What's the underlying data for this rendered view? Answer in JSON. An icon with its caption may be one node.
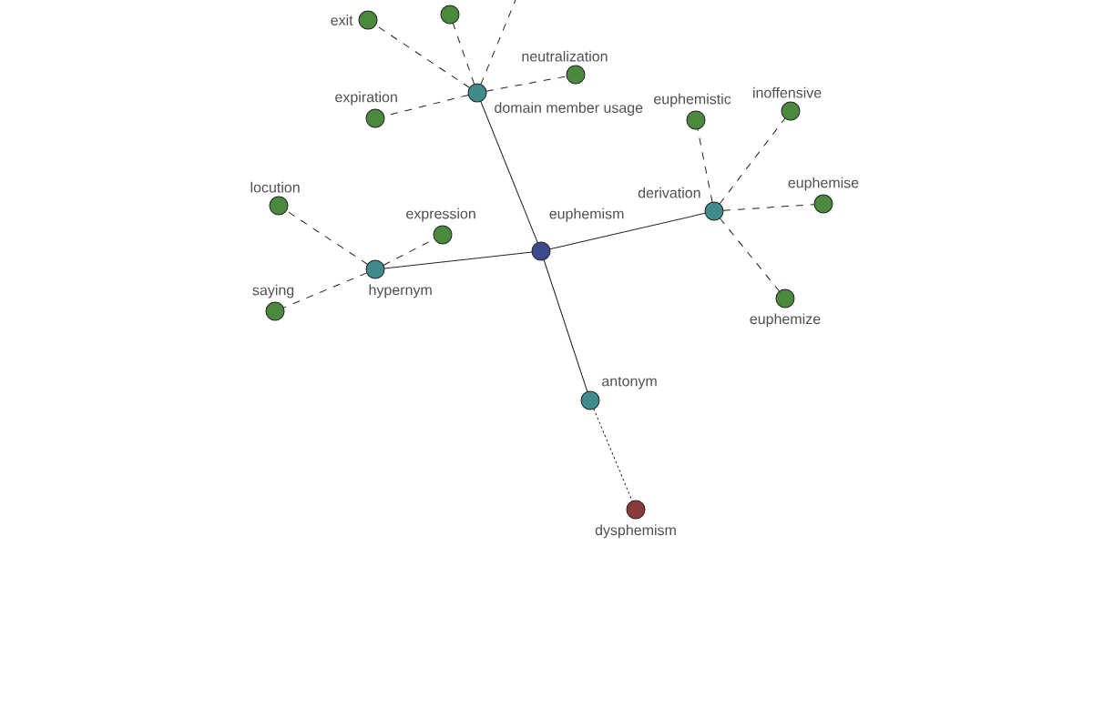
{
  "diagram": {
    "nodes": [
      {
        "text": [
          "exit"
        ]
      },
      {
        "text": [],
        "shape": "circle"
      },
      {
        "text": [
          "domain member usage"
        ]
      },
      {
        "text": [
          "neutralization"
        ]
      },
      {
        "text": [
          "expiration"
        ]
      },
      {
        "text": [
          "euphemistic"
        ]
      },
      {
        "text": [
          "inoffensive"
        ]
      },
      {
        "text": [
          "derivation"
        ]
      },
      {
        "text": [
          "euphemise"
        ]
      },
      {
        "text": [
          "locution"
        ]
      },
      {
        "text": [
          "expression"
        ]
      },
      {
        "text": [
          "euphemism"
        ]
      },
      {
        "text": [
          "hypernym"
        ]
      },
      {
        "text": [
          "saying"
        ]
      },
      {
        "text": [
          "euphemize"
        ]
      },
      {
        "text": [
          "antonym"
        ]
      },
      {
        "text": [
          "dysphemism"
        ]
      }
    ],
    "edges": [
      {
        "from": 11,
        "to": 2,
        "arrow": "none"
      },
      {
        "from": 11,
        "to": 12,
        "arrow": "none"
      },
      {
        "from": 11,
        "to": 7,
        "arrow": "none"
      },
      {
        "from": 11,
        "to": 15,
        "arrow": "none"
      },
      {
        "from": 2,
        "to": 0,
        "arrow": "none",
        "style": "dashed"
      },
      {
        "from": 2,
        "to": 1,
        "arrow": "none",
        "style": "dashed"
      },
      {
        "from": 2,
        "to": null,
        "arrow": "none",
        "style": "dashed"
      },
      {
        "from": 2,
        "to": 3,
        "arrow": "none",
        "style": "dashed"
      },
      {
        "from": 2,
        "to": 4,
        "arrow": "none",
        "style": "dashed"
      },
      {
        "from": 12,
        "to": 9,
        "arrow": "none",
        "style": "dashed"
      },
      {
        "from": 12,
        "to": 10,
        "arrow": "none",
        "style": "dashed"
      },
      {
        "from": 12,
        "to": 13,
        "arrow": "none",
        "style": "dashed"
      },
      {
        "from": 7,
        "to": 5,
        "arrow": "none",
        "style": "dashed"
      },
      {
        "from": 7,
        "to": 6,
        "arrow": "none",
        "style": "dashed"
      },
      {
        "from": 7,
        "to": 8,
        "arrow": "none",
        "style": "dashed"
      },
      {
        "from": 7,
        "to": 14,
        "arrow": "none",
        "style": "dashed"
      },
      {
        "from": 15,
        "to": 16,
        "arrow": "none",
        "style": "dashed"
      }
    ]
  }
}
